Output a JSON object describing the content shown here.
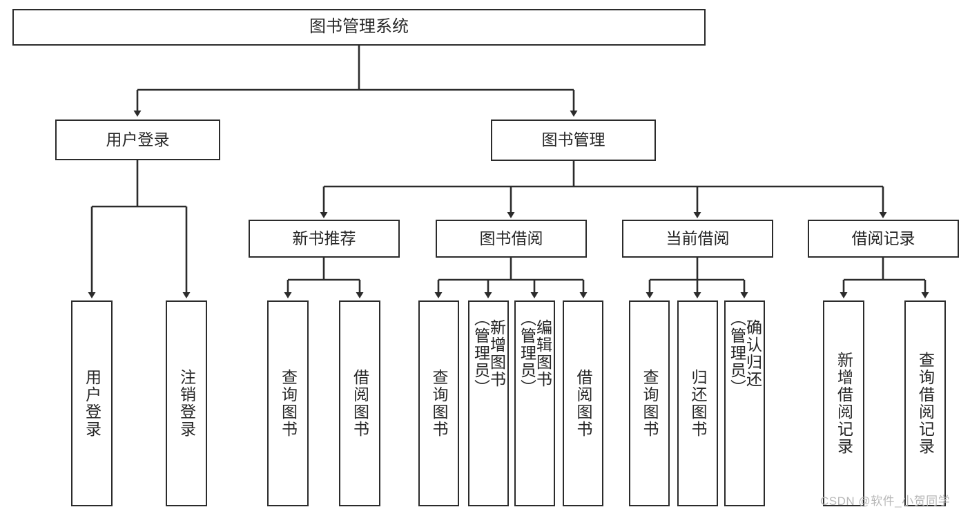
{
  "diagram": {
    "title": "图书管理系统",
    "root": {
      "label": "图书管理系统"
    },
    "level2": [
      {
        "label": "用户登录"
      },
      {
        "label": "图书管理"
      }
    ],
    "level3": [
      {
        "label": "新书推荐"
      },
      {
        "label": "图书借阅"
      },
      {
        "label": "当前借阅"
      },
      {
        "label": "借阅记录"
      }
    ],
    "leaves": {
      "user_login": [
        {
          "label": "用户登录"
        },
        {
          "label": "注销登录"
        }
      ],
      "new_book_rec": [
        {
          "label": "查询图书"
        },
        {
          "label": "借阅图书"
        }
      ],
      "book_borrow": [
        {
          "label": "查询图书"
        },
        {
          "label": "新增图书\n（管理员）"
        },
        {
          "label": "编辑图书\n（管理员）"
        },
        {
          "label": "借阅图书"
        }
      ],
      "current_borrow": [
        {
          "label": "查询图书"
        },
        {
          "label": "归还图书"
        },
        {
          "label": "确认归还\n（管理员）"
        }
      ],
      "borrow_record": [
        {
          "label": "新增借阅记录"
        },
        {
          "label": "查询借阅记录"
        }
      ]
    }
  },
  "watermark": {
    "text": "CSDN @软件_小贺同学"
  },
  "colors": {
    "stroke": "#2b2b2b",
    "text": "#262626",
    "background": "#ffffff",
    "watermark": "#b8b8b8"
  }
}
